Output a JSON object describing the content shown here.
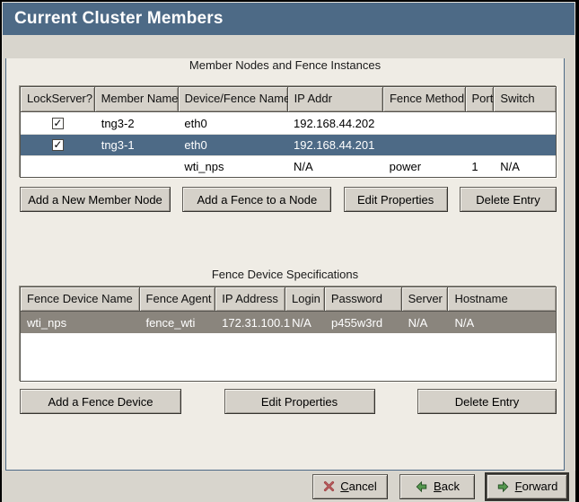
{
  "window": {
    "title": "Current Cluster Members"
  },
  "icons": {
    "check": "✓"
  },
  "colors": {
    "titlebar_blue": "#4d6a86",
    "selected_row_blue": "#4d6a86",
    "inactive_selected_gray": "#8a857d",
    "panel_cream": "#efece5",
    "window_gray": "#d8d5cd",
    "cancel_x_red": "#9e3d3f",
    "arrow_green": "#55984f"
  },
  "members_section": {
    "title": "Member Nodes and Fence Instances",
    "columns": [
      "LockServer?",
      "Member Name",
      "Device/Fence Name",
      "IP Addr",
      "Fence Method",
      "Port",
      "Switch"
    ],
    "rows": [
      {
        "lockserver_checked": true,
        "member_name": "tng3-2",
        "device_fence_name": "eth0",
        "ip_addr": "192.168.44.202",
        "fence_method": "",
        "port": "",
        "switch": ""
      },
      {
        "lockserver_checked": true,
        "member_name": "tng3-1",
        "device_fence_name": "eth0",
        "ip_addr": "192.168.44.201",
        "fence_method": "",
        "port": "",
        "switch": "",
        "selected": true
      },
      {
        "lockserver_checked": null,
        "member_name": "",
        "device_fence_name": "wti_nps",
        "ip_addr": "N/A",
        "fence_method": "power",
        "port": "1",
        "switch": "N/A"
      }
    ],
    "buttons": [
      "Add a New Member Node",
      "Add a Fence to a Node",
      "Edit Properties",
      "Delete Entry"
    ]
  },
  "fence_section": {
    "title": "Fence Device Specifications",
    "columns": [
      "Fence Device Name",
      "Fence Agent",
      "IP Address",
      "Login",
      "Password",
      "Server",
      "Hostname"
    ],
    "rows": [
      {
        "fence_device_name": "wti_nps",
        "fence_agent": "fence_wti",
        "ip_address": "172.31.100.1",
        "login": "N/A",
        "password": "p455w3rd",
        "server": "N/A",
        "hostname": "N/A",
        "selected": true
      }
    ],
    "buttons": [
      "Add a Fence Device",
      "Edit Properties",
      "Delete Entry"
    ]
  },
  "dialog_buttons": {
    "cancel": {
      "label_accel": "C",
      "label_rest": "ancel"
    },
    "back": {
      "label_accel": "B",
      "label_rest": "ack"
    },
    "forward": {
      "label_accel": "F",
      "label_rest": "orward"
    }
  }
}
